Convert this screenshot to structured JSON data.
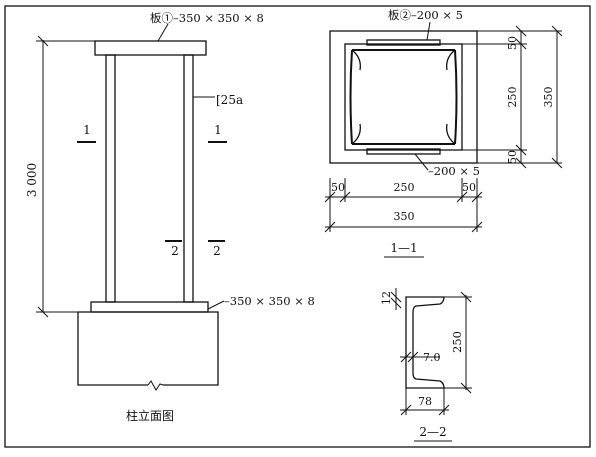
{
  "elevation": {
    "plate1_label": "板①–350 × 350 × 8",
    "channel_label": "[25a",
    "height_dim": "3 000",
    "section1_left": "1",
    "section1_right": "1",
    "section2_left": "2",
    "section2_right": "2",
    "base_plate_label": "–350 × 350 × 8",
    "title": "柱立面图"
  },
  "section_1_1": {
    "plate2_label": "板②–200 × 5",
    "plate_bottom_label": "–200 × 5",
    "dim_top_50": "50",
    "dim_mid_250": "250",
    "dim_bot_50": "50",
    "dim_total_350": "350",
    "dim_left_50": "50",
    "dim_center_250": "250",
    "dim_right_50": "50",
    "dim_bottom_350": "350",
    "title": "1—1"
  },
  "section_2_2": {
    "flange_thk": "12",
    "depth": "250",
    "web_thk": "7.0",
    "flange_width": "78",
    "title": "2—2"
  }
}
